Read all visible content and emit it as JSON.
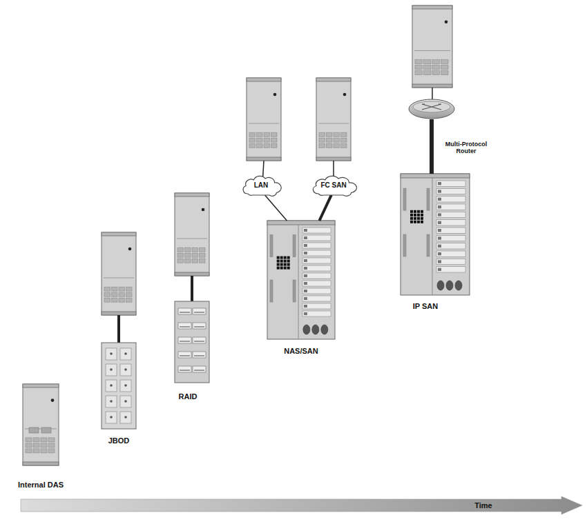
{
  "diagram": {
    "nodes": [
      {
        "text": [
          "Internal DAS"
        ]
      },
      {
        "text": [
          "JBOD"
        ]
      },
      {
        "text": [
          "RAID"
        ]
      },
      {
        "text": [
          "LAN"
        ]
      },
      {
        "text": [
          "FC SAN"
        ]
      },
      {
        "text": [
          "NAS/SAN"
        ]
      },
      {
        "text": [
          "Multi-Protocol Router"
        ]
      },
      {
        "text": [
          "IP SAN"
        ]
      },
      {
        "text": [
          "Time"
        ]
      }
    ],
    "edges": [
      {
        "from": 3,
        "to": 5,
        "arrow": "none"
      },
      {
        "from": 4,
        "to": 5,
        "arrow": "none"
      },
      {
        "from": 6,
        "to": 7,
        "arrow": "none"
      }
    ]
  }
}
